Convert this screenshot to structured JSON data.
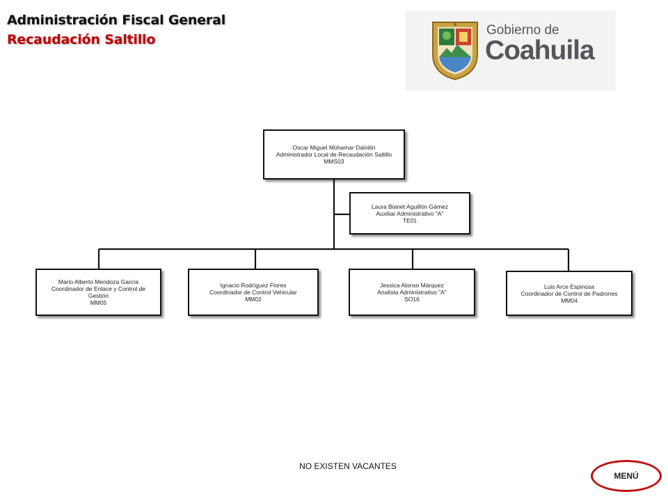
{
  "header": {
    "title": "Administración Fiscal General",
    "subtitle": "Recaudación Saltillo"
  },
  "logo": {
    "line1": "Gobierno de",
    "line2": "Coahuila"
  },
  "org": {
    "head": {
      "name": "Oscar Miguel Mohamar Dainitin",
      "role": "Administrador Local de Recaudación Saltillo",
      "code": "MMS03"
    },
    "assistant": {
      "name": "Laura Bianet Aguillón Gámez",
      "role": "Auxiliar Administrativo \"A\"",
      "code": "TE01"
    },
    "children": [
      {
        "name": "Mario Alberto Mendoza García",
        "role": "Coordinador de Enlace y Control de Gestión",
        "code": "MM05"
      },
      {
        "name": "Ignacio Rodríguez Flores",
        "role": "Coordinador de Control Vehicular",
        "code": "MM02"
      },
      {
        "name": "Jessica Alonso Márquez",
        "role": "Analista Administrativo \"A\"",
        "code": "SO16"
      },
      {
        "name": "Luis Arce Espinosa",
        "role": "Coordinador de Control de Padrones",
        "code": "MM04"
      }
    ]
  },
  "footer": {
    "note": "NO EXISTEN VACANTES",
    "menu_label": "MENÚ"
  }
}
